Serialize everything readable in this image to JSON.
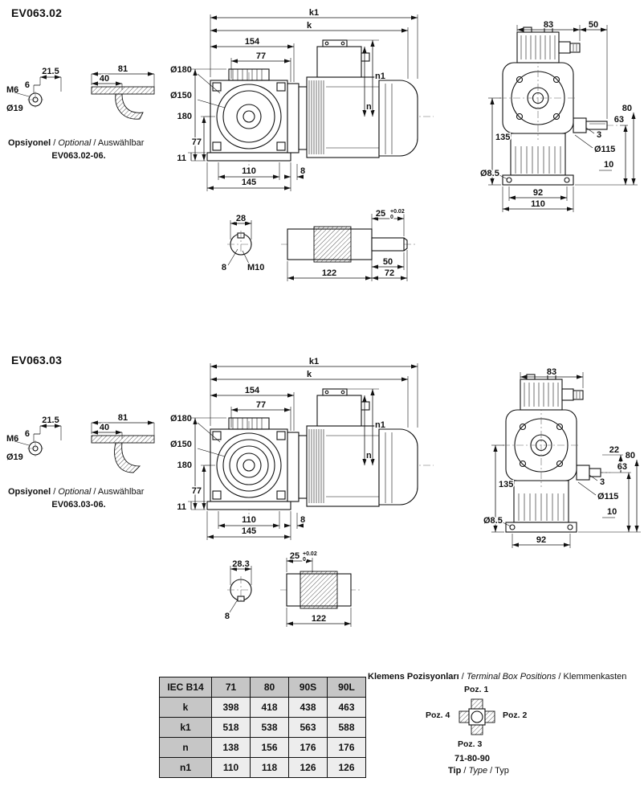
{
  "ev02": {
    "title": "EV063.02",
    "note": {
      "p1": "Opsiyonel",
      "s1": " / ",
      "p2": "Optional",
      "s2": " / ",
      "p3": "Auswählbar",
      "line2": "EV063.02-06."
    },
    "opt": {
      "d21_5": "21.5",
      "d6": "6",
      "m6": "M6",
      "dia19": "Ø19",
      "d81": "81",
      "d40": "40"
    },
    "main": {
      "k1": "k1",
      "k": "k",
      "d154": "154",
      "d77_top": "77",
      "dia180": "Ø180",
      "dia150": "Ø150",
      "d180": "180",
      "d77_left": "77",
      "d11": "11",
      "d110": "110",
      "d145": "145",
      "d8": "8",
      "n1": "n1",
      "n": "n"
    },
    "front": {
      "d83": "83",
      "d50": "50",
      "d135": "135",
      "d80": "80",
      "d63": "63",
      "d3": "3",
      "dia115": "Ø115",
      "dia8_5": "Ø8.5",
      "d92": "92",
      "d10": "10",
      "d110": "110"
    },
    "shaft": {
      "d28": "28",
      "d8": "8",
      "m10": "M10",
      "d25": "25",
      "tol_plus": "+0.02",
      "tol_zero": "0",
      "d50": "50",
      "d122": "122",
      "d72": "72"
    }
  },
  "ev03": {
    "title": "EV063.03",
    "note": {
      "p1": "Opsiyonel",
      "s1": " / ",
      "p2": "Optional",
      "s2": " / ",
      "p3": "Auswählbar",
      "line2": "EV063.03-06."
    },
    "opt": {
      "d21_5": "21.5",
      "d6": "6",
      "m6": "M6",
      "dia19": "Ø19",
      "d81": "81",
      "d40": "40"
    },
    "main": {
      "k1": "k1",
      "k": "k",
      "d154": "154",
      "d77_top": "77",
      "dia180": "Ø180",
      "dia150": "Ø150",
      "d180": "180",
      "d77_left": "77",
      "d11": "11",
      "d110": "110",
      "d145": "145",
      "d8": "8",
      "n1": "n1",
      "n": "n"
    },
    "front": {
      "d83": "83",
      "d135": "135",
      "d22": "22",
      "d80": "80",
      "d63": "63",
      "d3": "3",
      "dia115": "Ø115",
      "dia8_5": "Ø8.5",
      "d92": "92",
      "d10": "10"
    },
    "shaft": {
      "d28_3": "28.3",
      "d8": "8",
      "d25": "25",
      "tol_plus": "+0.02",
      "tol_zero": "0",
      "d122": "122"
    }
  },
  "table": {
    "headers": [
      "IEC B14",
      "71",
      "80",
      "90S",
      "90L"
    ],
    "rows": [
      {
        "label": "k",
        "values": [
          "398",
          "418",
          "438",
          "463"
        ]
      },
      {
        "label": "k1",
        "values": [
          "518",
          "538",
          "563",
          "588"
        ]
      },
      {
        "label": "n",
        "values": [
          "138",
          "156",
          "176",
          "176"
        ]
      },
      {
        "label": "n1",
        "values": [
          "110",
          "118",
          "126",
          "126"
        ]
      }
    ]
  },
  "terminal": {
    "title": {
      "p1": "Klemens Pozisyonları",
      "s1": " / ",
      "p2": "Terminal Box Positions",
      "s2": " / ",
      "p3": "Klemmenkasten"
    },
    "poz1": "Poz. 1",
    "poz2": "Poz. 2",
    "poz3": "Poz. 3",
    "poz4": "Poz. 4",
    "size": "71-80-90",
    "tip": {
      "p1": "Tip",
      "s1": " / ",
      "p2": "Type",
      "s2": " / ",
      "p3": "Typ"
    }
  }
}
